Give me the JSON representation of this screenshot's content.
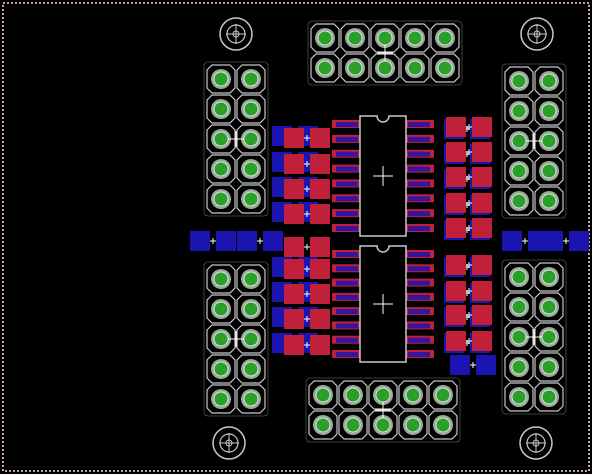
{
  "board": {
    "background_color": "#000000",
    "outline_color": "#c8a0b0",
    "silk_color": "#c8c8c8",
    "pad_ring_color": "#9aaa9a",
    "drill_fill_color": "#2aa02a",
    "top_smd_color": "#c0203a",
    "bottom_smd_color": "#1a14b0",
    "mounting_hole_count": 4,
    "ic_count": 2,
    "header_blocks": [
      {
        "id": "top-header",
        "cols": 5,
        "rows": 2
      },
      {
        "id": "bottom-header",
        "cols": 5,
        "rows": 2
      },
      {
        "id": "left-upper-header",
        "cols": 2,
        "rows": 5
      },
      {
        "id": "left-lower-header",
        "cols": 2,
        "rows": 5
      },
      {
        "id": "right-upper-header",
        "cols": 2,
        "rows": 5
      },
      {
        "id": "right-lower-header",
        "cols": 2,
        "rows": 5
      }
    ]
  }
}
